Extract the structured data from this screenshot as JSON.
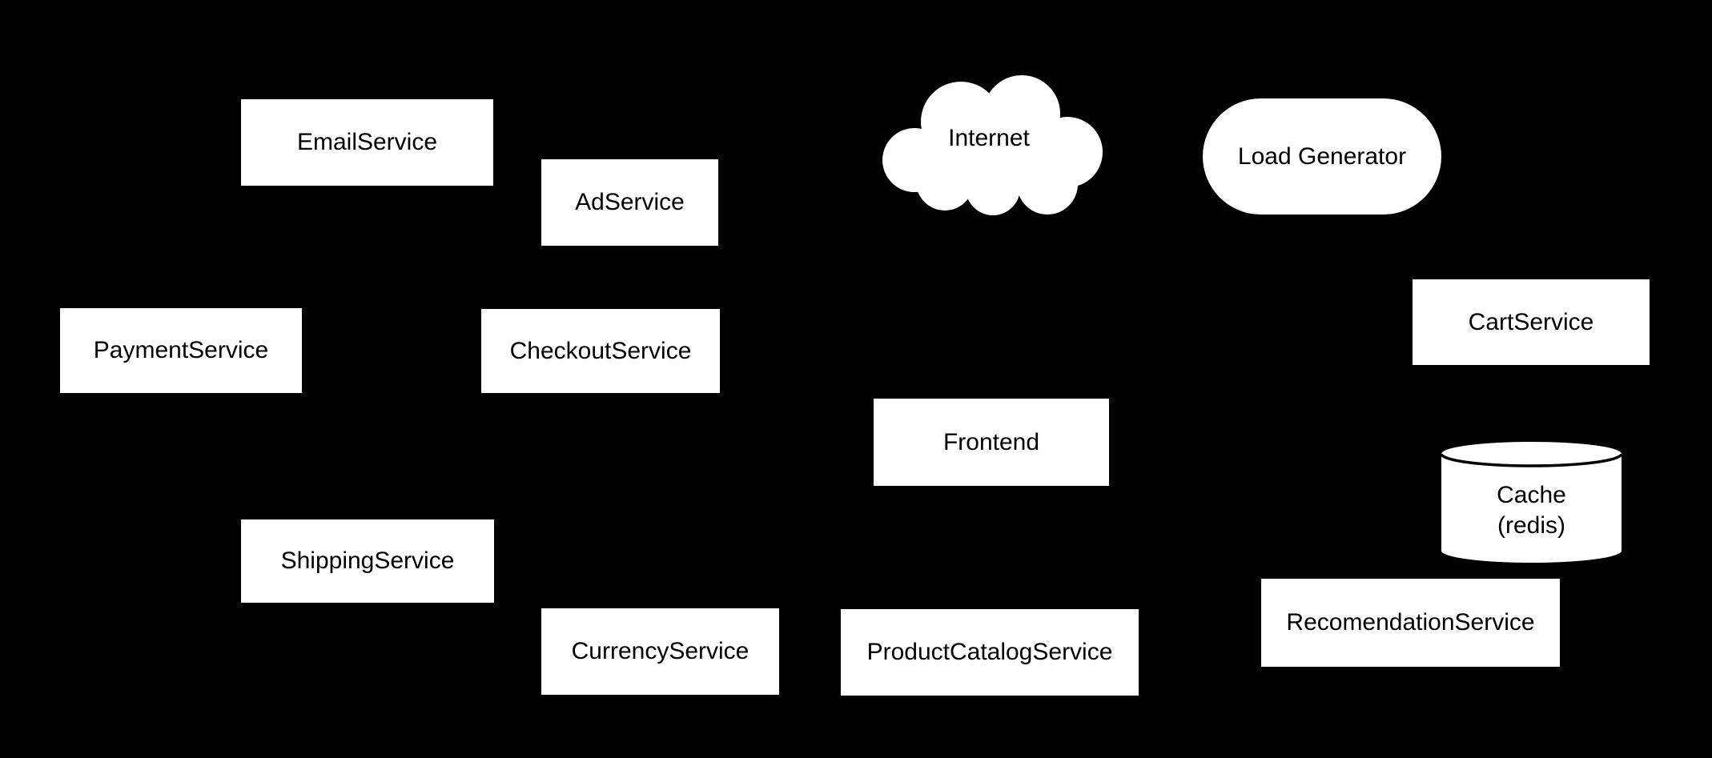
{
  "diagram": {
    "colors": {
      "background": "#000000",
      "node_fill": "#ffffff",
      "node_text": "#000000",
      "cylinder_arc": "#000000"
    },
    "nodes": {
      "email": {
        "label": "EmailService",
        "shape": "rectangle"
      },
      "ad": {
        "label": "AdService",
        "shape": "rectangle"
      },
      "internet": {
        "label": "Internet",
        "shape": "cloud"
      },
      "loadgen": {
        "label": "Load Generator",
        "shape": "stadium"
      },
      "payment": {
        "label": "PaymentService",
        "shape": "rectangle"
      },
      "checkout": {
        "label": "CheckoutService",
        "shape": "rectangle"
      },
      "cart": {
        "label": "CartService",
        "shape": "rectangle"
      },
      "frontend": {
        "label": "Frontend",
        "shape": "rectangle"
      },
      "cache": {
        "lines": [
          "Cache",
          "(redis)"
        ],
        "shape": "cylinder"
      },
      "shipping": {
        "label": "ShippingService",
        "shape": "rectangle"
      },
      "currency": {
        "label": "CurrencyService",
        "shape": "rectangle"
      },
      "productcatalog": {
        "label": "ProductCatalogService",
        "shape": "rectangle"
      },
      "recomendation": {
        "label": "RecomendationService",
        "shape": "rectangle"
      }
    }
  }
}
